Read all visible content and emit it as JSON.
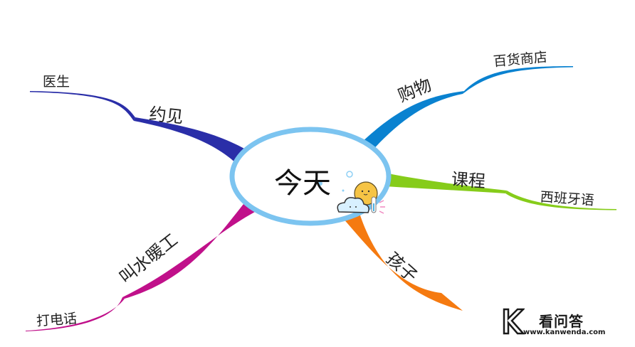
{
  "center": {
    "label": "今天",
    "ring_color": "#7cc4f0",
    "icon": "weather-sun-cloud-icon"
  },
  "branches": [
    {
      "id": "appointment",
      "label": "约见",
      "color": "#2a2ea8",
      "children": [
        {
          "label": "医生"
        }
      ]
    },
    {
      "id": "plumber",
      "label": "叫水暖工",
      "color": "#c0108a",
      "children": [
        {
          "label": "打电话"
        }
      ]
    },
    {
      "id": "shopping",
      "label": "购物",
      "color": "#0a82d0",
      "children": [
        {
          "label": "百货商店"
        }
      ]
    },
    {
      "id": "course",
      "label": "课程",
      "color": "#86cc1a",
      "children": [
        {
          "label": "西班牙语"
        }
      ]
    },
    {
      "id": "kids",
      "label": "孩子",
      "color": "#f57a10",
      "children": []
    }
  ],
  "watermark": {
    "brand": "看问答",
    "url": "www.kanwenda.com",
    "logo": "K"
  }
}
